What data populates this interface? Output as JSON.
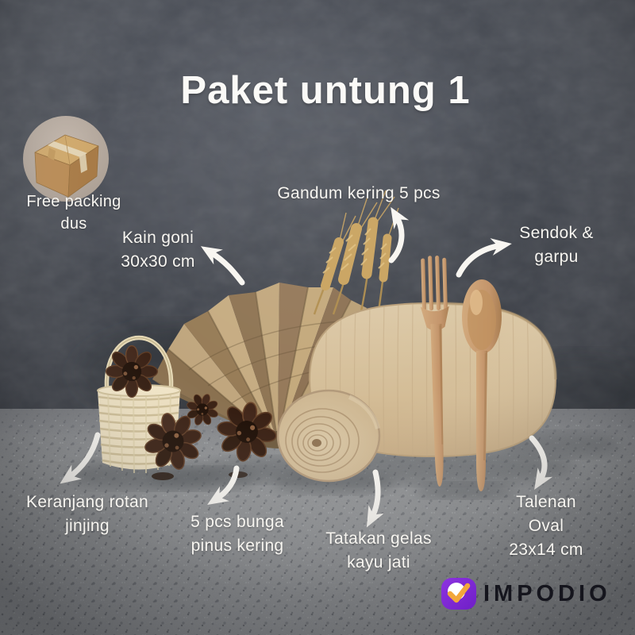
{
  "title": "Paket untung 1",
  "badge": {
    "icon": "cardboard-box-icon",
    "text": "Free packing\ndus"
  },
  "callouts": [
    {
      "id": "gandum-kering",
      "text": "Gandum kering 5 pcs"
    },
    {
      "id": "sendok-garpu",
      "text": "Sendok & garpu"
    },
    {
      "id": "kain-goni",
      "text": "Kain goni\n30x30 cm"
    },
    {
      "id": "keranjang-rotan",
      "text": "Keranjang rotan\njinjing"
    },
    {
      "id": "bunga-pinus",
      "text": "5 pcs bunga\npinus kering"
    },
    {
      "id": "tatakan-gelas",
      "text": "Tatakan gelas\nkayu jati"
    },
    {
      "id": "talenan-oval",
      "text": "Talenan Oval\n23x14 cm"
    }
  ],
  "scene_objects": [
    "burlap-fan",
    "rattan-basket",
    "pinecones",
    "dried-wheat",
    "oval-cutting-board",
    "wooden-fork",
    "wooden-spoon",
    "wood-slice-coaster",
    "cardboard-box"
  ],
  "brand": {
    "name": "IMPODIO"
  },
  "colors": {
    "wall": "#42464d",
    "floor": "#8e9092",
    "label_text": "#f7f5f0",
    "arrow": "#f8f6f1",
    "brand_purple": "#7c2bd8",
    "brand_check_orange": "#f2a73b",
    "brand_text": "#15151d",
    "wood_light": "#d8c3a0",
    "burlap": "#b49a74",
    "basket_cream": "#ecdfc0",
    "pinecone_brown": "#2c1a10"
  }
}
